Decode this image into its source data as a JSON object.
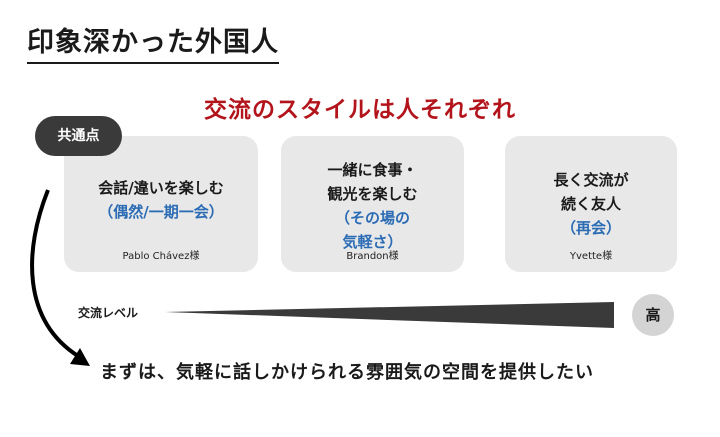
{
  "title": "印象深かった外国人",
  "headline": "交流のスタイルは人それぞれ",
  "badge": "共通点",
  "cards": [
    {
      "line1": "会話/違いを楽しむ",
      "accent1": "（偶然/一期一会）",
      "name": "Pablo Chávez様"
    },
    {
      "line1": "一緒に食事・",
      "line2": "観光を楽しむ",
      "accent1": "（その場の",
      "accent2": "気軽さ）",
      "name": "Brandon様"
    },
    {
      "line1": "長く交流が",
      "line2": "続く友人",
      "accent1": "（再会）",
      "name": "Yvette様"
    }
  ],
  "level": {
    "label": "交流レベル",
    "high": "高"
  },
  "bottom": "まずは、気軽に話しかけられる雰囲気の空間を提供したい",
  "colors": {
    "headline": "#b3141b",
    "accent": "#2b6cb5",
    "card": "#e8e8e8",
    "badge": "#3a3a3a"
  }
}
